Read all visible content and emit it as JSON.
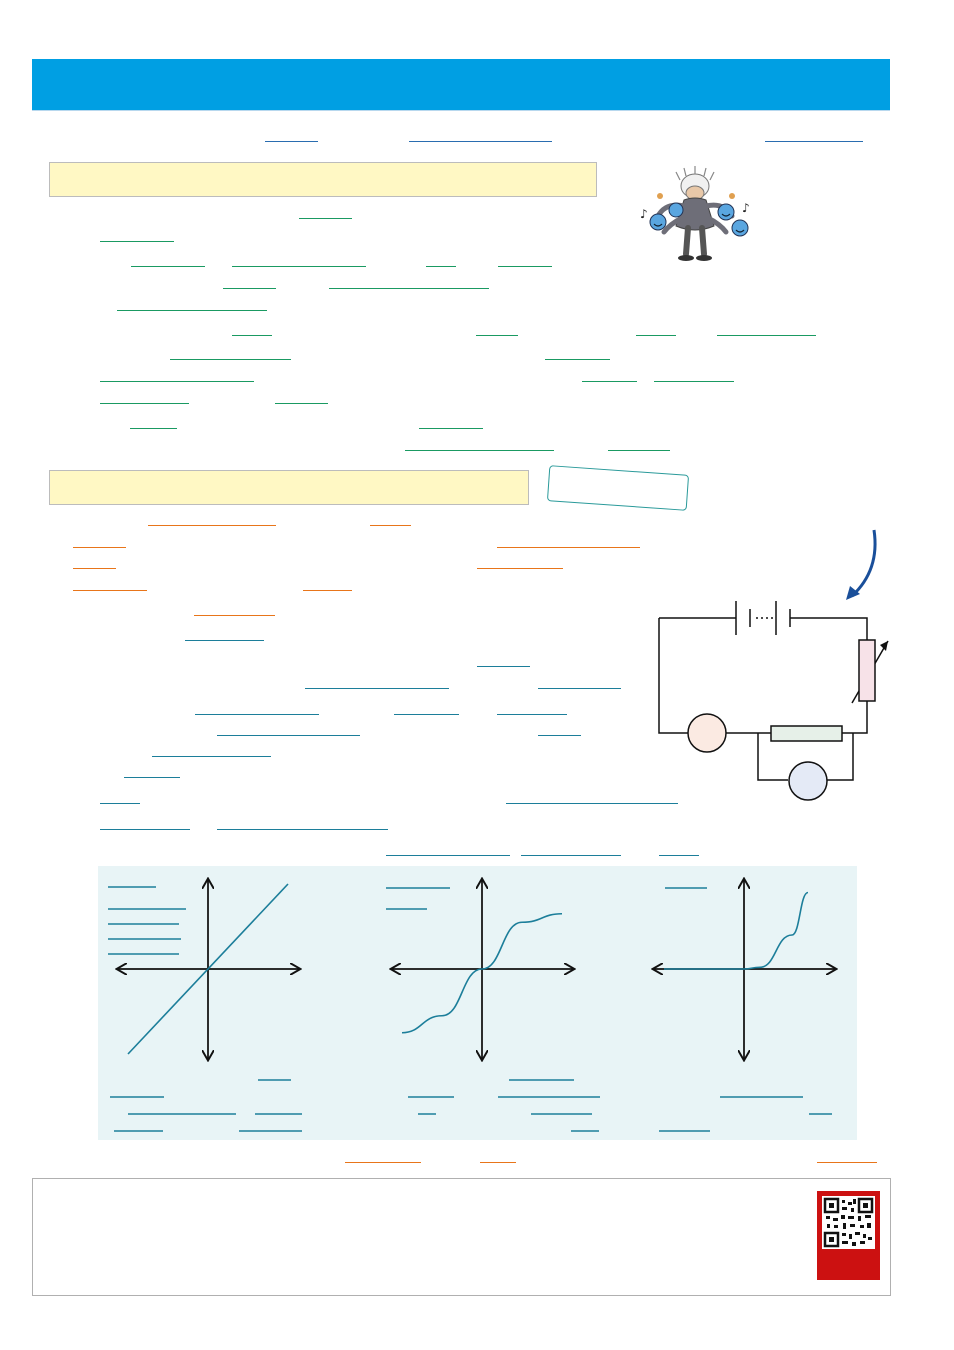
{
  "page": {
    "banner_color": "#009fe3",
    "section_fill": "#fff8c4",
    "graph_panel_fill": "#e8f4f6",
    "qr_badge_color": "#cc1111"
  },
  "illustrations": [
    "cartoon-character-juggling",
    "circuit-diagram",
    "iv-graph-linear",
    "iv-graph-filament",
    "iv-graph-diode",
    "qr-code"
  ],
  "chart_data": [
    {
      "type": "line",
      "shape": "straight line through origin",
      "x": [
        -1,
        1
      ],
      "y": [
        -1,
        1
      ]
    },
    {
      "type": "line",
      "shape": "s-curve through origin levelling off",
      "x": [
        -1,
        -0.5,
        0,
        0.5,
        1
      ],
      "y": [
        -0.75,
        -0.55,
        0,
        0.55,
        0.65
      ]
    },
    {
      "type": "line",
      "shape": "zero then rising sharply",
      "x": [
        -1,
        0,
        0.2,
        0.6,
        0.8
      ],
      "y": [
        0,
        0,
        0.02,
        0.4,
        0.9
      ]
    }
  ]
}
